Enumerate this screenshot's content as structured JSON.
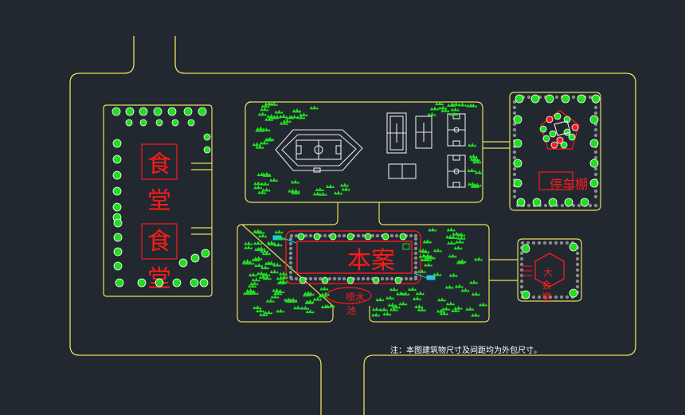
{
  "colors": {
    "background": "#212830",
    "outline": "#e8e05a",
    "label": "#ff1a1a",
    "tree": "#22dd22",
    "gravel": "#8a8a8a",
    "court": "#e6e6e6",
    "water": "#22c8e8"
  },
  "labels": {
    "canteen_1": "食",
    "canteen_2": "堂",
    "canteen_b1": "食",
    "canteen_b2": "堂",
    "main_building": "本案",
    "fountain_1": "喷水",
    "fountain_2": "池",
    "parking": "停车棚",
    "hall_1": "大",
    "hall_2": "会",
    "hall_3": "堂"
  },
  "note": "注：本图建筑物尺寸及间距均为外包尺寸。"
}
